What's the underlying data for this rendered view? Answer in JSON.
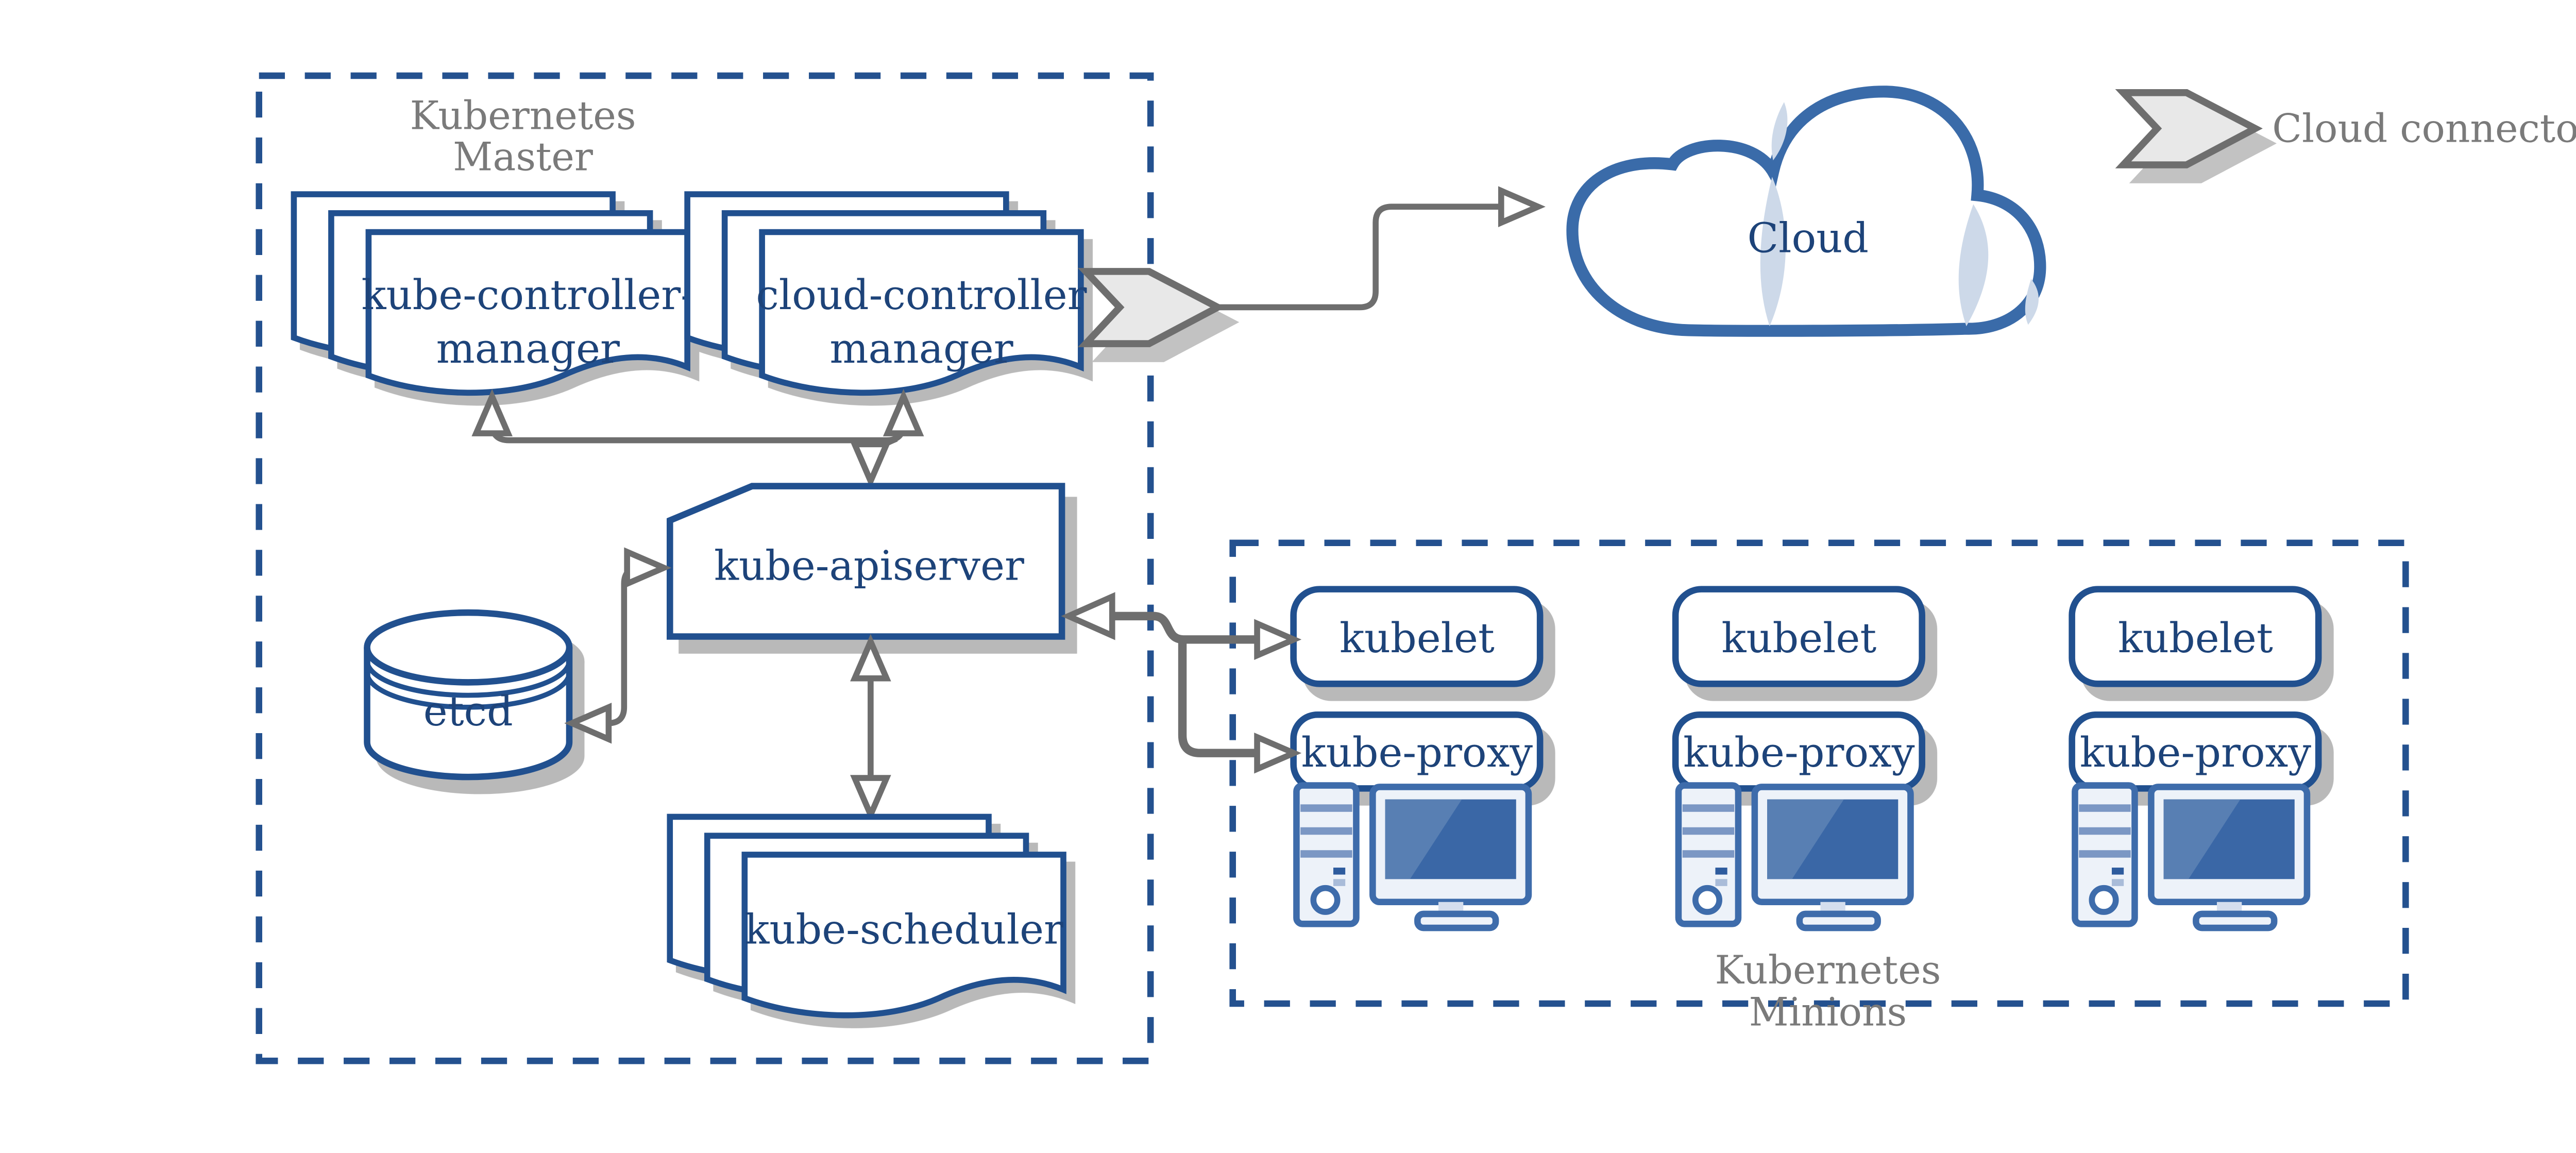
{
  "master": {
    "title": {
      "line1": "Kubernetes",
      "line2": "Master"
    },
    "kube_controller_manager": {
      "line1": "kube-controller-",
      "line2": "manager"
    },
    "cloud_controller_manager": {
      "line1": "cloud-controller",
      "line2": "manager"
    },
    "kube_apiserver": "kube-apiserver",
    "etcd": "etcd",
    "kube_scheduler": "kube-scheduler"
  },
  "cloud": {
    "label": "Cloud"
  },
  "legend": {
    "cloud_connector_label": "Cloud connector"
  },
  "minions": {
    "title": {
      "line1": "Kubernetes",
      "line2": "Minions"
    },
    "nodes": [
      {
        "kubelet": "kubelet",
        "kube_proxy": "kube-proxy"
      },
      {
        "kubelet": "kubelet",
        "kube_proxy": "kube-proxy"
      },
      {
        "kubelet": "kubelet",
        "kube_proxy": "kube-proxy"
      }
    ]
  },
  "colors": {
    "box_border": "#21508f",
    "text_navy": "#1d4379",
    "text_gray": "#7a7a7a",
    "arrow_gray": "#6e6e6e",
    "dashed_border": "#24518f",
    "cloud_border": "#3a6ba9",
    "cloud_accent": "#cdd9e9",
    "chevron_fill": "#e8e8e8",
    "shadow": "#b9b9b9",
    "computer_blue": "#3e6cab",
    "screen_blue": "#3a67a6",
    "screen_highlight": "#587fb3",
    "icon_fill": "#edf2f9"
  }
}
